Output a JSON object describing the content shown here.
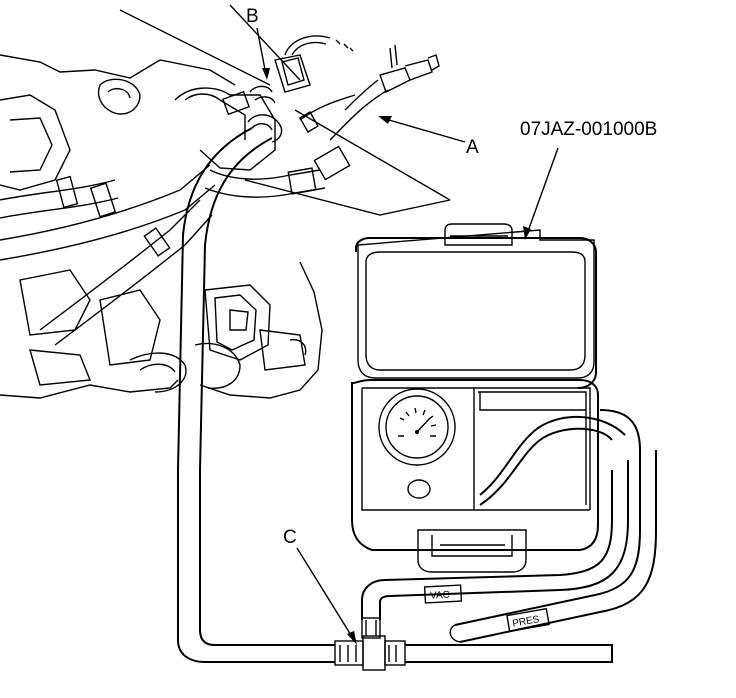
{
  "labels": {
    "a": "A",
    "b": "B",
    "c": "C",
    "part_number": "07JAZ-001000B"
  },
  "hose_marks": {
    "vac": "VAC",
    "pres": "PRES"
  },
  "colors": {
    "line": "#000000",
    "fill": "#ffffff",
    "shade": "#000000"
  }
}
